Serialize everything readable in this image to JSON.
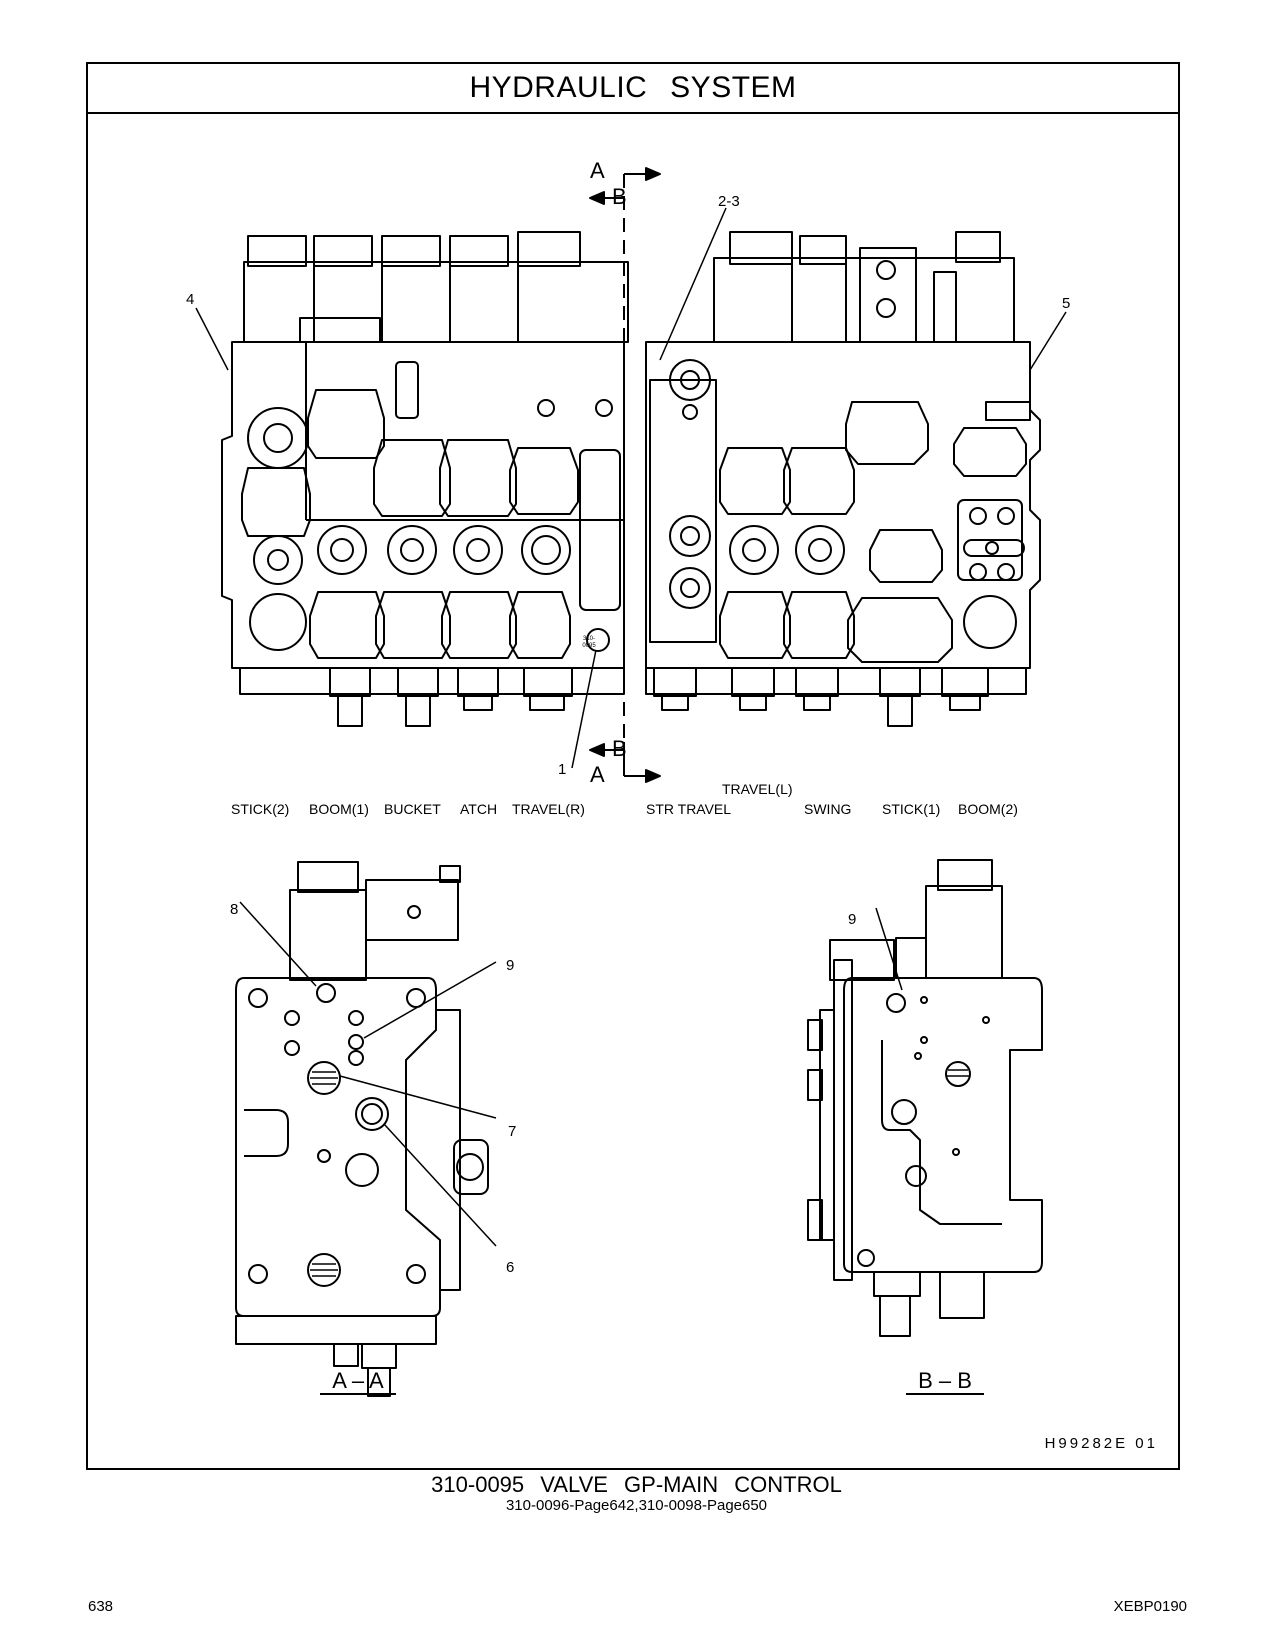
{
  "title": "HYDRAULIC SYSTEM",
  "section_markers": {
    "a_top": "A",
    "b_top": "B",
    "b_bottom": "B",
    "a_bottom": "A"
  },
  "callouts": {
    "c1": "1",
    "c23": "2-3",
    "c4": "4",
    "c5": "5",
    "c6": "6",
    "c7": "7",
    "c8": "8",
    "c9a": "9",
    "c9b": "9"
  },
  "valve_labels": {
    "stick2": "STICK(2)",
    "boom1": "BOOM(1)",
    "bucket": "BUCKET",
    "atch": "ATCH",
    "travel_r": "TRAVEL(R)",
    "str_travel": "STR TRAVEL",
    "travel_l": "TRAVEL(L)",
    "swing": "SWING",
    "stick1": "STICK(1)",
    "boom2": "BOOM(2)"
  },
  "part_stamp": [
    "310-",
    "0095"
  ],
  "section_views": {
    "aa": "A – A",
    "bb": "B – B"
  },
  "drawing_id": "H99282E 01",
  "caption": {
    "main": "310-0095 VALVE GP-MAIN CONTROL",
    "sub": "310-0096-Page642,310-0098-Page650"
  },
  "footer": {
    "page_number": "638",
    "doc_id": "XEBP0190"
  }
}
